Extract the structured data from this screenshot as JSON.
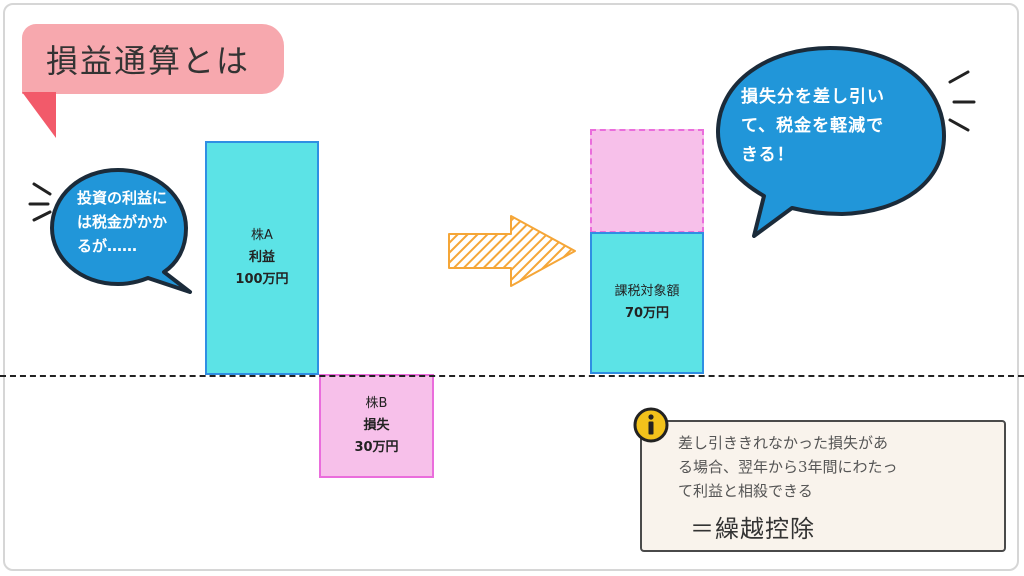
{
  "title": "損益通算とは",
  "bubble_left": {
    "lines": [
      "投資の利益に",
      "は税金がかか",
      "るが……"
    ]
  },
  "bubble_right": {
    "lines": [
      "損失分を差し引い",
      "て、税金を軽減で",
      "きる！"
    ]
  },
  "bars": {
    "stock_a": {
      "name": "株A",
      "kind": "利益",
      "amount": "100万円"
    },
    "stock_b": {
      "name": "株B",
      "kind": "損失",
      "amount": "30万円"
    },
    "taxable": {
      "name": "課税対象額",
      "amount": "70万円"
    }
  },
  "info": {
    "lines": [
      "差し引ききれなかった損失があ",
      "る場合、翌年から3年間にわたっ",
      "て利益と相殺できる"
    ],
    "emphasis": "＝繰越控除",
    "icon": "info-icon"
  },
  "colors": {
    "profit_fill": "#5ce3e6",
    "profit_border": "#2f8fe3",
    "loss_fill": "#f7c0ea",
    "loss_border": "#ea6ddc",
    "title_badge": "#f7a8ae",
    "bubble": "#2196d9",
    "arrow": "#f5a638",
    "info_icon": "#f2c21b"
  }
}
